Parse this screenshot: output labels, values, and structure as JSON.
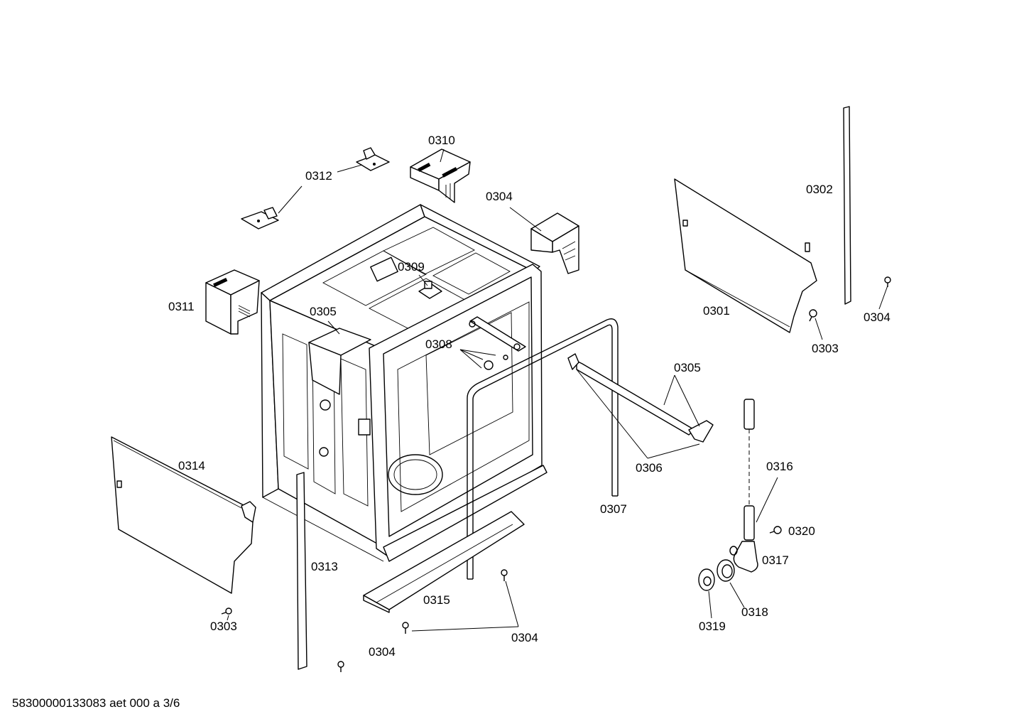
{
  "labels": {
    "p0301": "0301",
    "p0302": "0302",
    "p0303a": "0303",
    "p0303b": "0303",
    "p0304a": "0304",
    "p0304b": "0304",
    "p0304c": "0304",
    "p0304d": "0304",
    "p0305a": "0305",
    "p0305b": "0305",
    "p0306": "0306",
    "p0307": "0307",
    "p0308": "0308",
    "p0309": "0309",
    "p0310": "0310",
    "p0311": "0311",
    "p0312": "0312",
    "p0313": "0313",
    "p0314": "0314",
    "p0315": "0315",
    "p0316": "0316",
    "p0317": "0317",
    "p0318": "0318",
    "p0319": "0319",
    "p0320": "0320"
  },
  "footer": "58300000133083 aet 000 a 3/6"
}
